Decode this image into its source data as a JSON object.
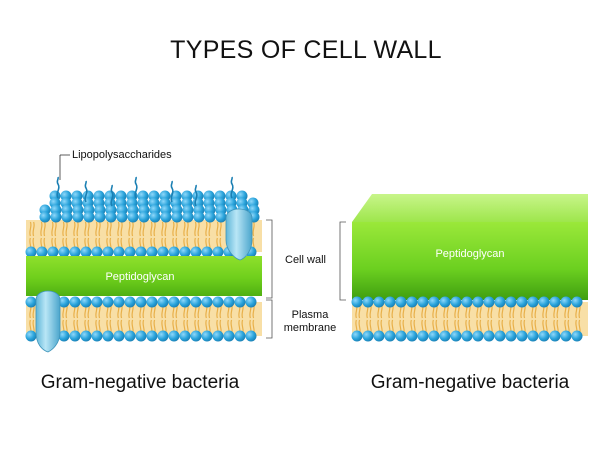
{
  "title": "TYPES OF CELL WALL",
  "labels": {
    "lipopolysaccharides": "Lipopolysaccharides",
    "cell_wall": "Cell wall",
    "plasma_membrane": "Plasma membrane",
    "peptidoglycan_left": "Peptidoglycan",
    "peptidoglycan_right": "Peptidoglycan"
  },
  "captions": {
    "left": "Gram-negative bacteria",
    "right": "Gram-negative bacteria"
  },
  "colors": {
    "lipid_head": "#29a3db",
    "lipid_tail": "#e8b04a",
    "membrane_fill": "#f8dfa6",
    "peptidoglycan": "#7ed321",
    "protein": "#7ec8e3"
  }
}
